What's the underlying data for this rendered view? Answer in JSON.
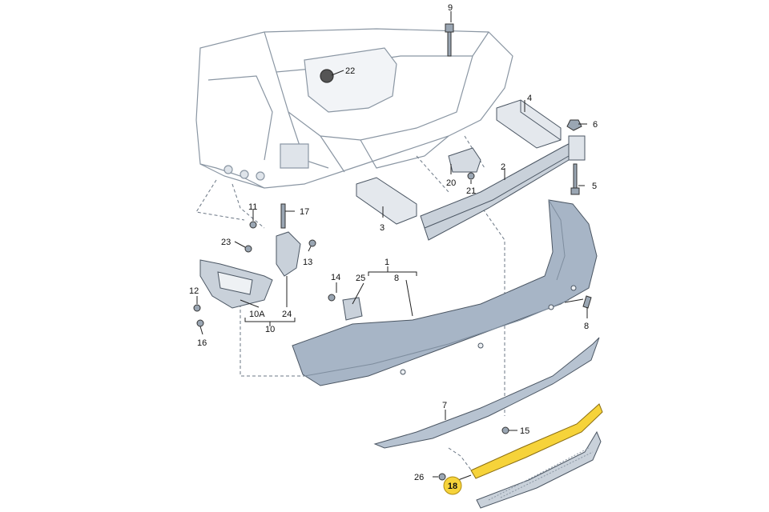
{
  "diagram": {
    "highlight_color": "#f6d33a",
    "part_color": "#a7b5c6",
    "labels": {
      "p1": "1",
      "p2": "2",
      "p3": "3",
      "p4": "4",
      "p5": "5",
      "p6": "6",
      "p7": "7",
      "p8": "8",
      "p8b": "8",
      "p9": "9",
      "p10": "10",
      "p10a": "10A",
      "p11": "11",
      "p12": "12",
      "p13": "13",
      "p14": "14",
      "p15": "15",
      "p16": "16",
      "p17": "17",
      "p18": "18",
      "p20": "20",
      "p21": "21",
      "p22": "22",
      "p23": "23",
      "p24": "24",
      "p25": "25",
      "p26": "26"
    }
  }
}
